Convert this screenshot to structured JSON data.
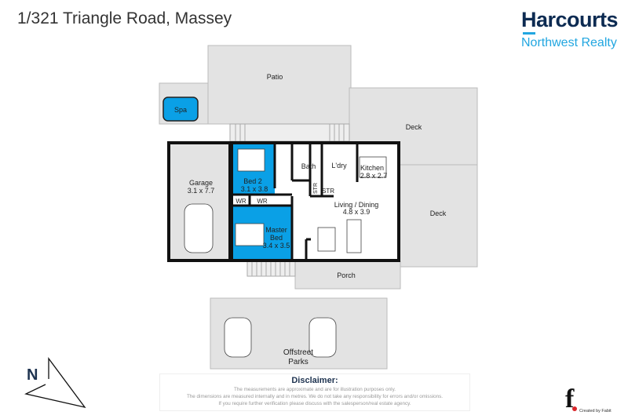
{
  "title": "1/321 Triangle Road, Massey",
  "logo": {
    "brand": "Harcourts",
    "office": "Northwest Realty",
    "brand_color": "#0d2b52",
    "accent_color": "#21a6e0"
  },
  "rooms": {
    "patio": "Patio",
    "spa": "Spa",
    "deck_upper": "Deck",
    "deck_lower": "Deck",
    "garage": {
      "name": "Garage",
      "size": "3.1 x 7.7"
    },
    "bed2": {
      "name": "Bed 2",
      "size": "3.1 x 3.8"
    },
    "master": {
      "name1": "Master",
      "name2": "Bed",
      "size": "3.4 x 3.5"
    },
    "bath": "Bath",
    "laundry": "L'dry",
    "kitchen": {
      "name": "Kitchen",
      "size": "2.8 x 2.7"
    },
    "living": {
      "name": "Living / Dining",
      "size": "4.8 x 3.9"
    },
    "str1": "STR",
    "str2": "STR",
    "wr1": "WR",
    "wr2": "WR",
    "porch": "Porch",
    "parking": {
      "line1": "Offstreet",
      "line2": "Parks"
    }
  },
  "colors": {
    "bedroom": "#0aa0e6",
    "outdoor": "#e3e3e3",
    "wall": "#111111"
  },
  "compass": "N",
  "disclaimer": {
    "heading": "Disclaimer:",
    "lines": [
      "The measurements are approximate and are for illustration purposes only.",
      "The dimensions are measured internally and in metres. We do not take any responsibility for errors and/or omissions.",
      "If you require further verification please discuss with the salesperson/real estate agency."
    ]
  },
  "credit": {
    "mark": "f",
    "text": "Created by Fabit"
  }
}
